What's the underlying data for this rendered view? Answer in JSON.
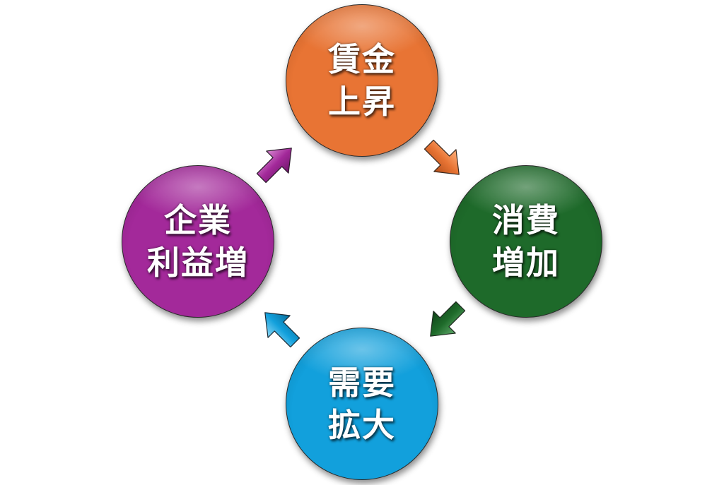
{
  "cycle": {
    "nodes": [
      {
        "id": "wage",
        "lines": [
          "賃金",
          "上昇"
        ],
        "color": "#e87434"
      },
      {
        "id": "consume",
        "lines": [
          "消費",
          "増加"
        ],
        "color": "#1e6a2a"
      },
      {
        "id": "demand",
        "lines": [
          "需要",
          "拡大"
        ],
        "color": "#12a0dc"
      },
      {
        "id": "profit",
        "lines": [
          "企業",
          "利益増"
        ],
        "color": "#a3299a"
      }
    ],
    "arrows": [
      {
        "from": "wage",
        "to": "consume",
        "direction": "down-right",
        "color": "#e87434"
      },
      {
        "from": "consume",
        "to": "demand",
        "direction": "down-left",
        "color": "#1e6a2a"
      },
      {
        "from": "demand",
        "to": "profit",
        "direction": "up-left",
        "color": "#12a0dc"
      },
      {
        "from": "profit",
        "to": "wage",
        "direction": "up-right",
        "color": "#a3299a"
      }
    ]
  }
}
